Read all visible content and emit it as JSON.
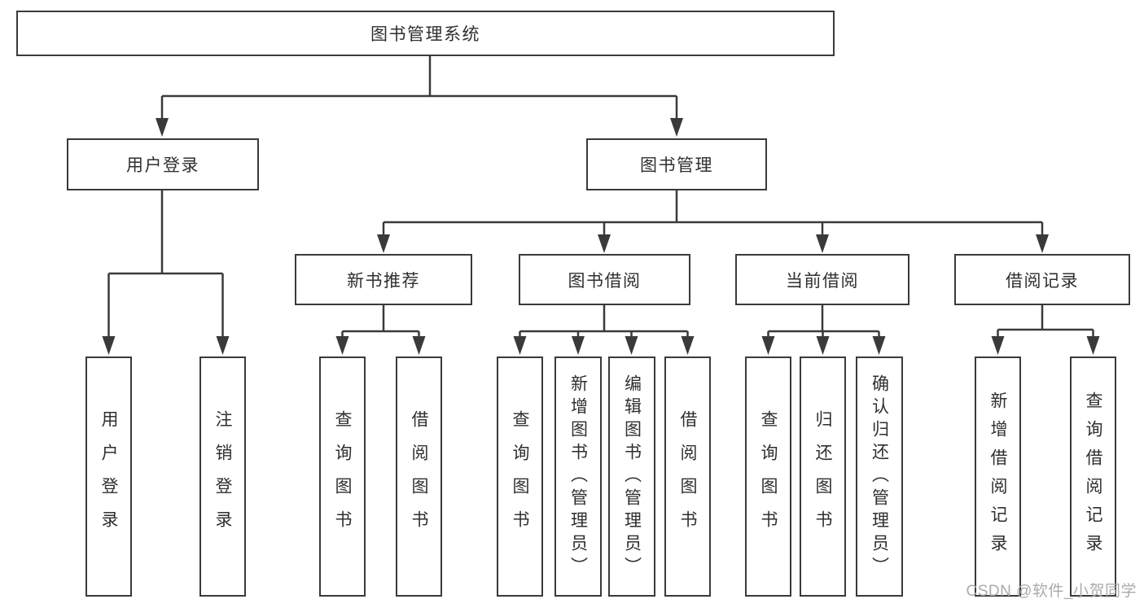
{
  "tree": {
    "label": "图书管理系统",
    "children": [
      {
        "label": "用户登录",
        "children": [
          {
            "label": "用户登录"
          },
          {
            "label": "注销登录"
          }
        ]
      },
      {
        "label": "图书管理",
        "children": [
          {
            "label": "新书推荐",
            "children": [
              {
                "label": "查询图书"
              },
              {
                "label": "借阅图书"
              }
            ]
          },
          {
            "label": "图书借阅",
            "children": [
              {
                "label": "查询图书"
              },
              {
                "label": "新增图书（管理员）"
              },
              {
                "label": "编辑图书（管理员）"
              },
              {
                "label": "借阅图书"
              }
            ]
          },
          {
            "label": "当前借阅",
            "children": [
              {
                "label": "查询图书"
              },
              {
                "label": "归还图书"
              },
              {
                "label": "确认归还（管理员）"
              }
            ]
          },
          {
            "label": "借阅记录",
            "children": [
              {
                "label": "新增借阅记录"
              },
              {
                "label": "查询借阅记录"
              }
            ]
          }
        ]
      }
    ]
  },
  "watermark": {
    "text": "CSDN @软件_小贺同学"
  },
  "colors": {
    "line": "#3a3a3a",
    "text": "#2f2f2f",
    "watermark": "#ababab",
    "background": "#ffffff"
  }
}
